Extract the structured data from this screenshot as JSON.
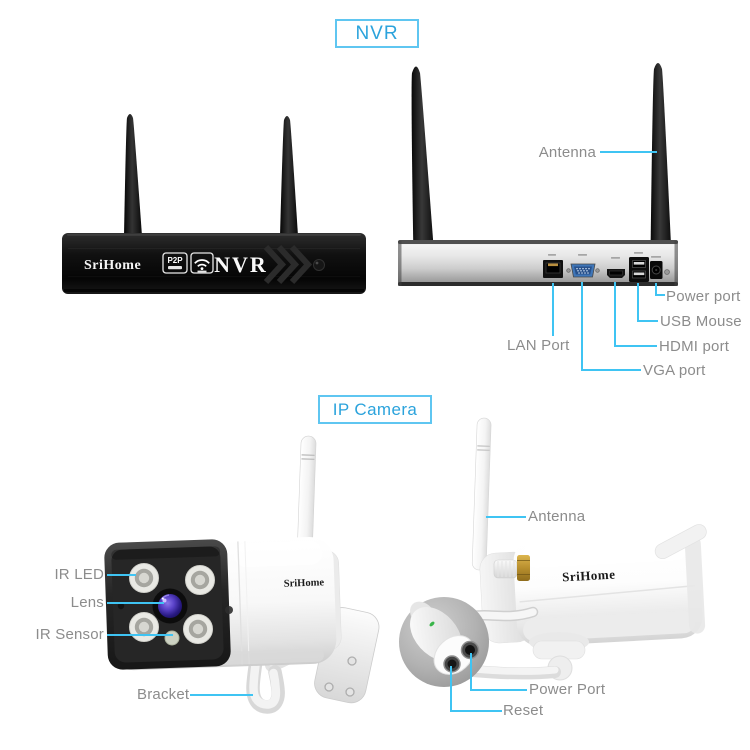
{
  "nvr": {
    "title": "NVR",
    "front": {
      "brand": "SriHome",
      "p2p_badge": "P2P",
      "model": "NVR"
    },
    "labels": {
      "antenna": "Antenna",
      "power": "Power port",
      "usb": "USB Mouse",
      "hdmi": "HDMI port",
      "vga": "VGA port",
      "lan": "LAN Port"
    }
  },
  "camera": {
    "title": "IP Camera",
    "brand": "SriHome",
    "labels": {
      "ir_led": "IR LED",
      "lens": "Lens",
      "ir_sensor": "IR Sensor",
      "bracket": "Bracket",
      "antenna": "Antenna",
      "power": "Power Port",
      "reset": "Reset"
    }
  },
  "colors": {
    "accent_blue": "#2BA3DC",
    "box_border": "#5FC6F1",
    "leader_line": "#3FC4F3",
    "label_gray": "#8C8C8C"
  }
}
